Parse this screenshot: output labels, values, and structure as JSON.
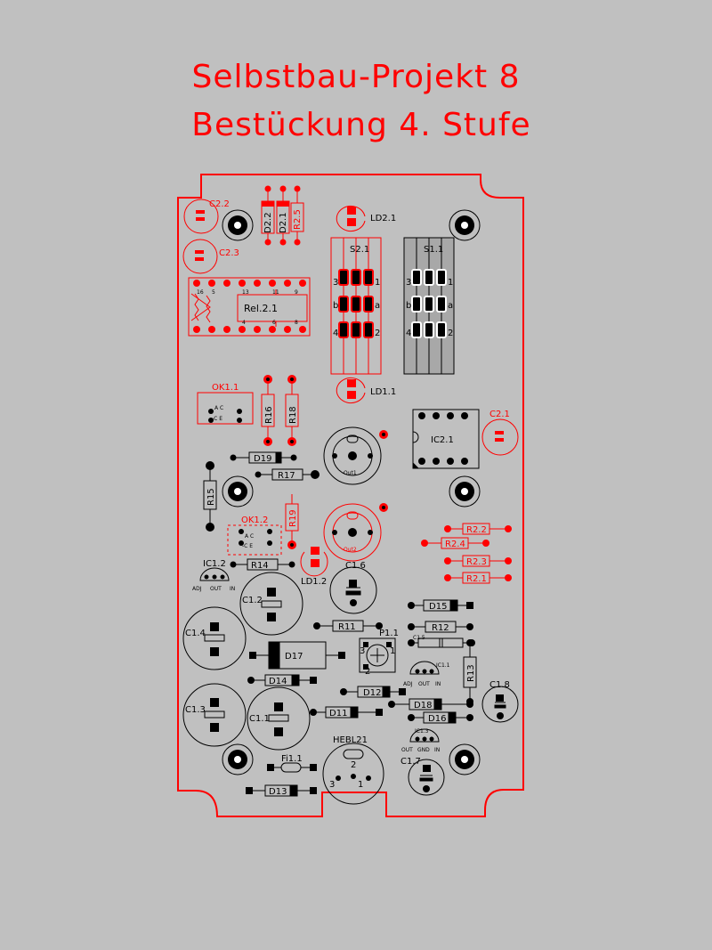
{
  "title": {
    "line1": "Selbstbau-Projekt 8",
    "line2": "Bestückung 4. Stufe"
  },
  "labels": {
    "C22": "C2.2",
    "C23": "C2.3",
    "D22": "D2.2",
    "D21": "D2.1",
    "R25": "R2.5",
    "LD21": "LD2.1",
    "S21": "S2.1",
    "S11": "S1.1",
    "Rel21": "Rel.2.1",
    "LD11": "LD1.1",
    "OK11": "OK1.1",
    "R16": "R16",
    "R18": "R18",
    "IC21": "IC2.1",
    "C21": "C2.1",
    "D19": "D19",
    "R17": "R17",
    "Out1": "Out1",
    "R15": "R15",
    "R19": "R19",
    "OK12": "OK1.2",
    "Out2": "Out2",
    "R22": "R2.2",
    "R24": "R2.4",
    "R23": "R2.3",
    "R21": "R2.1",
    "IC12": "IC1.2",
    "R14": "R14",
    "LD12": "LD1.2",
    "C16": "C1.6",
    "C12": "C1.2",
    "D15": "D15",
    "R12": "R12",
    "R11": "R11",
    "P11": "P1.1",
    "C15": "C1.5",
    "C14": "C1.4",
    "D17": "D17",
    "IC11": "IC1.1",
    "R13": "R13",
    "D14": "D14",
    "D12": "D12",
    "C18": "C1.8",
    "C13": "C1.3",
    "D18": "D18",
    "C11": "C1.1",
    "D11": "D11",
    "D16": "D16",
    "IC13": "IC1.3",
    "HEBL21": "HEBL21",
    "Fi11": "Fi1.1",
    "C17": "C1.7",
    "D13": "D13"
  },
  "pins": {
    "ac": "A C",
    "ce": "-C E",
    "adj": "ADJ",
    "out": "OUT",
    "in": "IN",
    "gnd": "GND",
    "n1": "1",
    "n2": "2",
    "n3": "3",
    "n4": "4",
    "n5": "5",
    "n6": "6",
    "n8": "8",
    "n9": "9",
    "n11": "11",
    "n13": "13",
    "n16": "16",
    "a": "a",
    "b": "b"
  },
  "colors": {
    "background": "#c0c0c0",
    "accent": "#ff0000",
    "ink": "#000000"
  }
}
